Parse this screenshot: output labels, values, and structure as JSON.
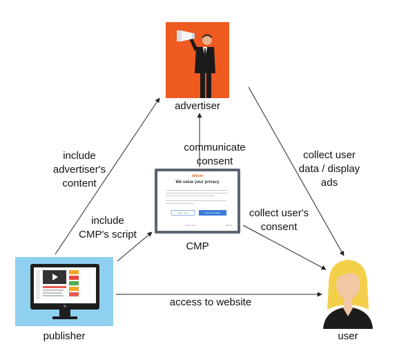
{
  "nodes": {
    "advertiser": {
      "label": "advertiser",
      "accent": "#ee5a1f"
    },
    "cmp": {
      "label": "CMP",
      "mock": {
        "brand": "didomi",
        "title": "We value your privacy",
        "decline": "Learn more",
        "accept": "Agree and close",
        "footer_link": "Learn more",
        "footer_brand": "didomi"
      }
    },
    "publisher": {
      "label": "publisher",
      "accent": "#8fd0f0"
    },
    "user": {
      "label": "user",
      "hair": "#f3cf4a"
    }
  },
  "edges": {
    "publisher_advertiser": {
      "lines": [
        "include",
        "advertiser's",
        "content"
      ]
    },
    "publisher_cmp": {
      "lines": [
        "include",
        "CMP's script"
      ]
    },
    "cmp_advertiser": {
      "lines": [
        "communicate",
        "consent"
      ]
    },
    "cmp_user": {
      "lines": [
        "collect user's",
        "consent"
      ]
    },
    "advertiser_user": {
      "lines": [
        "collect user",
        "data / display",
        "ads"
      ]
    },
    "publisher_user": {
      "lines": [
        "access to website"
      ]
    }
  }
}
